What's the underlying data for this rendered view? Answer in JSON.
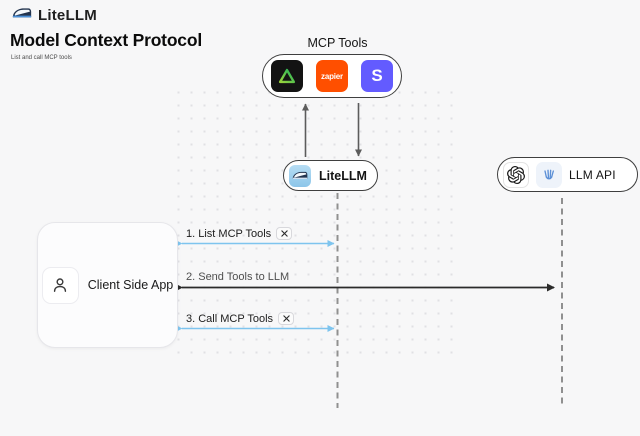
{
  "brand": {
    "name": "LiteLLM"
  },
  "header": {
    "title": "Model Context Protocol",
    "subtitle": "List and call MCP tools"
  },
  "mcp_tools": {
    "label": "MCP Tools",
    "items": [
      {
        "name": "green-triangle-tool",
        "bg": "#131313"
      },
      {
        "name": "zapier",
        "label": "zapier",
        "bg": "#FF4F00"
      },
      {
        "name": "stripe",
        "label": "S",
        "bg": "#635BFF"
      }
    ]
  },
  "nodes": {
    "litellm": {
      "label": "LiteLLM"
    },
    "llm_api": {
      "label": "LLM API"
    },
    "client": {
      "label": "Client Side App"
    }
  },
  "arrows": [
    {
      "label": "1. List MCP Tools",
      "color": "#7EC4EE",
      "tools_icon": true
    },
    {
      "label": "2. Send Tools to LLM",
      "color": "#2B2B2B",
      "tools_icon": false
    },
    {
      "label": "3. Call MCP Tools",
      "color": "#7EC4EE",
      "tools_icon": true
    }
  ],
  "colors": {
    "background": "#F7F7F8",
    "node_border": "#3F3F3F",
    "dashed_line": "#909090",
    "vertical_arrow": "#5C5C5C",
    "blue_arrow": "#7EC4EE"
  }
}
